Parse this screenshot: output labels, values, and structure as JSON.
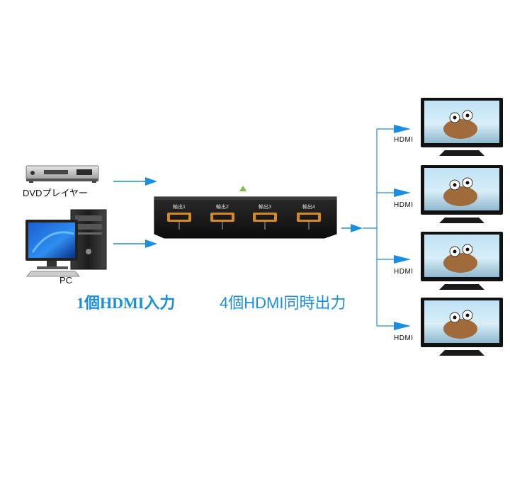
{
  "sources": [
    {
      "label": "DVDプレイヤー",
      "icon": "dvd-player-icon"
    },
    {
      "label": "PC",
      "icon": "desktop-pc-icon"
    }
  ],
  "splitter": {
    "ports": [
      "輸出1",
      "輸出2",
      "輸出3",
      "輸出4"
    ]
  },
  "outputs": [
    {
      "label": "HDMI",
      "icon": "tv-monitor-icon"
    },
    {
      "label": "HDMI",
      "icon": "tv-monitor-icon"
    },
    {
      "label": "HDMI",
      "icon": "tv-monitor-icon"
    },
    {
      "label": "HDMI",
      "icon": "tv-monitor-icon"
    }
  ],
  "captions": {
    "input": "1個HDMI入力",
    "output": "4個HDMI同時出力"
  },
  "colors": {
    "arrow": "#1a8fe0",
    "caption": "#1a8fe0",
    "splitter_body": "#141414",
    "port_glow": "#d98a1f"
  }
}
